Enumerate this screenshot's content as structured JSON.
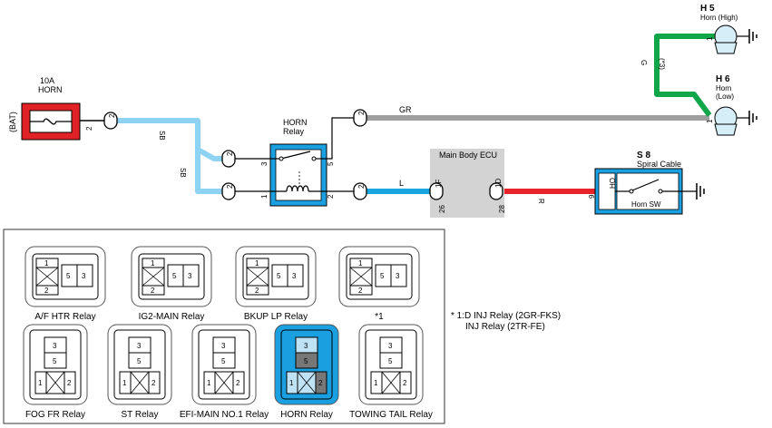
{
  "colors": {
    "sb_wire": "#8fd3f4",
    "gr_wire": "#9e9e9e",
    "g_wire": "#12a64a",
    "l_wire": "#19a6e0",
    "r_wire": "#e8232a",
    "fuse_red": "#e02126",
    "relay_blue": "#1a9fe0",
    "ecu_gray": "#d3d3d3"
  },
  "fuse": {
    "rating": "10A",
    "name": "HORN",
    "source": "(BAT)",
    "pin": "2"
  },
  "horn_relay": {
    "title_line1": "HORN",
    "title_line2": "Relay",
    "pins": [
      "3",
      "5",
      "1",
      "2"
    ]
  },
  "connectors": [
    "2",
    "2",
    "2",
    "2",
    "2",
    "1F",
    "1D"
  ],
  "ecu": {
    "name": "Main Body ECU",
    "pin_left": "26",
    "pin_right": "28"
  },
  "spiral": {
    "code": "S 8",
    "name": "Spiral Cable",
    "pin": "9",
    "terminal": "HO",
    "switch": "Horn SW"
  },
  "horn_high": {
    "code": "H 5",
    "name": "Horn (High)",
    "pin": "1"
  },
  "horn_low": {
    "code": "H 6",
    "name_line1": "Horn",
    "name_line2": "(Low)",
    "pin": "1"
  },
  "wires": {
    "sb": "SB",
    "gr": "GR",
    "g": "G",
    "g_note": "(*3)",
    "l": "L",
    "r": "R"
  },
  "relays_row1": [
    {
      "label": "A/F HTR Relay",
      "pins": [
        "1",
        "2",
        "5",
        "3"
      ]
    },
    {
      "label": "IG2-MAIN Relay",
      "pins": [
        "1",
        "2",
        "5",
        "3"
      ]
    },
    {
      "label": "BKUP LP Relay",
      "pins": [
        "1",
        "2",
        "5",
        "3"
      ]
    },
    {
      "label": "*1",
      "pins": [
        "1",
        "2",
        "5",
        "3"
      ]
    }
  ],
  "relays_row2": [
    {
      "label": "FOG FR Relay",
      "pins": [
        "3",
        "5",
        "1",
        "2"
      ]
    },
    {
      "label": "ST Relay",
      "pins": [
        "3",
        "5",
        "1",
        "2"
      ]
    },
    {
      "label": "EFI-MAIN NO.1 Relay",
      "pins": [
        "3",
        "5",
        "1",
        "2"
      ]
    },
    {
      "label": "HORN Relay",
      "pins": [
        "3",
        "5",
        "1",
        "2"
      ]
    },
    {
      "label": "TOWING TAIL Relay",
      "pins": [
        "3",
        "5",
        "1",
        "2"
      ]
    }
  ],
  "footnote": {
    "line1": "* 1:D INJ Relay (2GR-FKS)",
    "line2": "INJ Relay (2TR-FE)"
  }
}
